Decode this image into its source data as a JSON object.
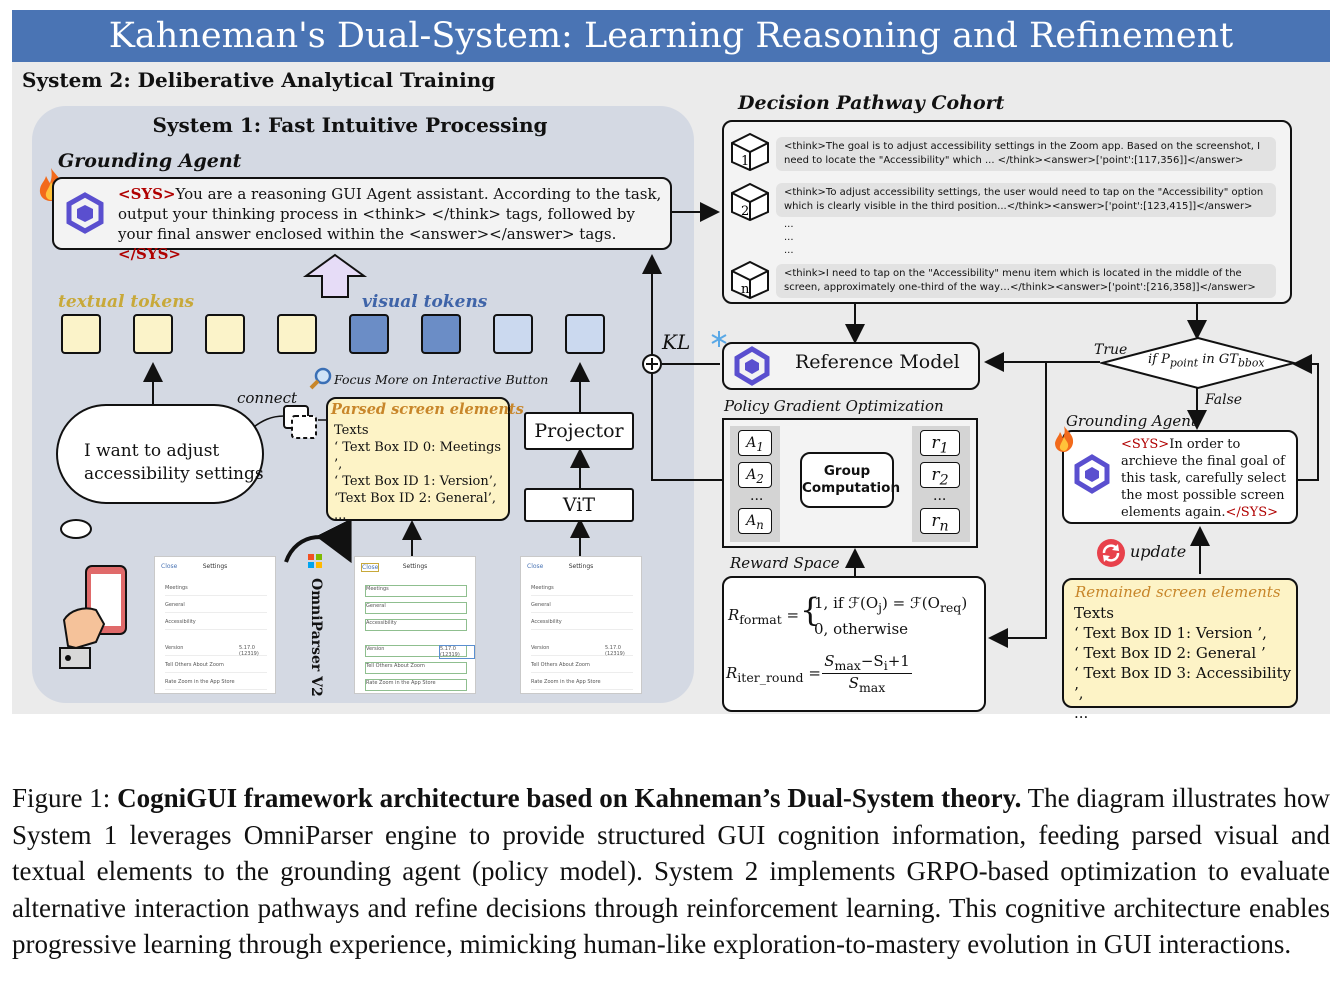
{
  "banner": {
    "title": "Kahneman's Dual-System: Learning Reasoning and Refinement"
  },
  "system2_label": "System 2: Deliberative Analytical Training",
  "system1": {
    "label": "System 1: Fast Intuitive Processing",
    "grounding_agent_label": "Grounding Agent",
    "prompt": {
      "sys_open": "<SYS>",
      "text": "You are a reasoning GUI Agent assistant. According to the task, output your  thinking process in <think> </think> tags, followed by your final answer enclosed within the <answer></answer> tags. ",
      "sys_close": "</SYS>"
    },
    "textual_tokens_label": "textual tokens",
    "visual_tokens_label": "visual tokens",
    "connect_label": "connect",
    "focus_label": "Focus More on Interactive  Button",
    "thought": "I want to adjust accessibility settings",
    "parsed": {
      "title": "Parsed screen elements",
      "heading": "Texts",
      "items": [
        "‘ Text Box ID 0: Meetings ’,",
        "‘ Text Box ID 1: Version’,",
        "‘Text Box ID 2: General’,",
        "..."
      ]
    },
    "projector_label": "Projector",
    "vit_label": "ViT",
    "omniparser_label": "OmniParser V2",
    "screens": {
      "close": "Close",
      "title": "Settings",
      "rows": [
        "Meetings",
        "General",
        "Accessibility"
      ],
      "rows2": [
        "Version",
        "Tell Others About Zoom",
        "Rate Zoom in the App Store"
      ],
      "version_value": "5.17.0 (12319)"
    }
  },
  "cohort": {
    "label": "Decision Pathway Cohort",
    "rows": [
      {
        "num": "1",
        "text": "<think>The goal is to adjust accessibility settings in the Zoom app. Based on the screenshot, I need to locate the \"Accessibility\"  which ... </think><answer>['point':[117,356]]</answer>"
      },
      {
        "num": "2",
        "text": "<think>To adjust accessibility settings, the user would need to tap on the \"Accessibility\" option which is clearly visible in the third position...</think><answer>['point':[123,415]]</answer>"
      },
      {
        "num": "n",
        "text": "<think>I need to tap on the \"Accessibility\" menu item which is located in the middle of the screen, approximately one-third of the way…</think><answer>['point':[216,358]]</answer>"
      }
    ],
    "ellipsis": "..."
  },
  "kl_label": "KL",
  "reference_model_label": "Reference Model",
  "decision": {
    "true_label": "True",
    "false_label": "False",
    "condition_prefix": "if P",
    "condition_sub1": "point",
    "condition_mid": " in GT",
    "condition_sub2": "bbox"
  },
  "pgo": {
    "label": "Policy Gradient  Optimization",
    "group_computation": "Group Computation",
    "advantages": [
      "A",
      "A",
      "...",
      "A"
    ],
    "adv_subs": [
      "1",
      "2",
      "",
      "n"
    ],
    "rewards": [
      "r",
      "r",
      "...",
      "r"
    ],
    "reward_subs": [
      "1",
      "2",
      "",
      "n"
    ]
  },
  "reward_space": {
    "label": "Reward Space",
    "r_format": "R",
    "r_format_sub": "format",
    "case1": "1,  if ℱ(O",
    "case1_sub": "j",
    "case1_mid": ") = ℱ(O",
    "case1_sub2": "req",
    "case1_end": ")",
    "case2": "0,  otherwise",
    "r_iter": "R",
    "r_iter_sub": "iter_round",
    "frac_num": "S",
    "frac_num_sub": "max",
    "frac_num_mid": "−S",
    "frac_num_sub2": "i",
    "frac_num_end": "+1",
    "frac_den": "S",
    "frac_den_sub": "max"
  },
  "refine": {
    "label": "Grounding Agent",
    "sys_open": "<SYS>",
    "text": "In order to archieve the final goal of this task, carefully  select the most possible screen elements again.",
    "sys_close": "</SYS>",
    "update_label": "update"
  },
  "remained": {
    "title": "Remained  screen elements",
    "heading": "Texts",
    "items": [
      "‘ Text Box ID 1: Version ’,",
      "‘ Text Box ID 2: General ’",
      "‘ Text Box ID 3: Accessibility ’,",
      "..."
    ]
  },
  "caption": {
    "prefix": "Figure 1: ",
    "bold": "CogniGUI framework architecture based on Kahneman’s Dual-System theory.",
    "body": " The diagram illustrates how System 1 leverages OmniParser engine to provide structured GUI cognition information, feeding parsed visual and textual elements to the grounding agent (policy model). System 2 implements GRPO-based optimization to evaluate alternative interaction pathways and refine decisions through reinforcement learning. This cognitive architecture enables progressive learning through experience, mimicking human-like exploration-to-mastery evolution in GUI interactions."
  },
  "colors": {
    "banner": "#4a74b4",
    "textual_token": "#fbf3c9",
    "visual_token_dark": "#6b8dc6",
    "visual_token_light": "#cbd9ef",
    "sys_tag": "#b00000",
    "label_orange": "#c8862a"
  },
  "icons": [
    "fire-icon",
    "qwen-logo-icon",
    "magnifier-icon",
    "snowflake-icon",
    "cube-icon",
    "refresh-icon",
    "hand-phone-icon",
    "windows-logo-icon",
    "plus-circle-icon"
  ]
}
